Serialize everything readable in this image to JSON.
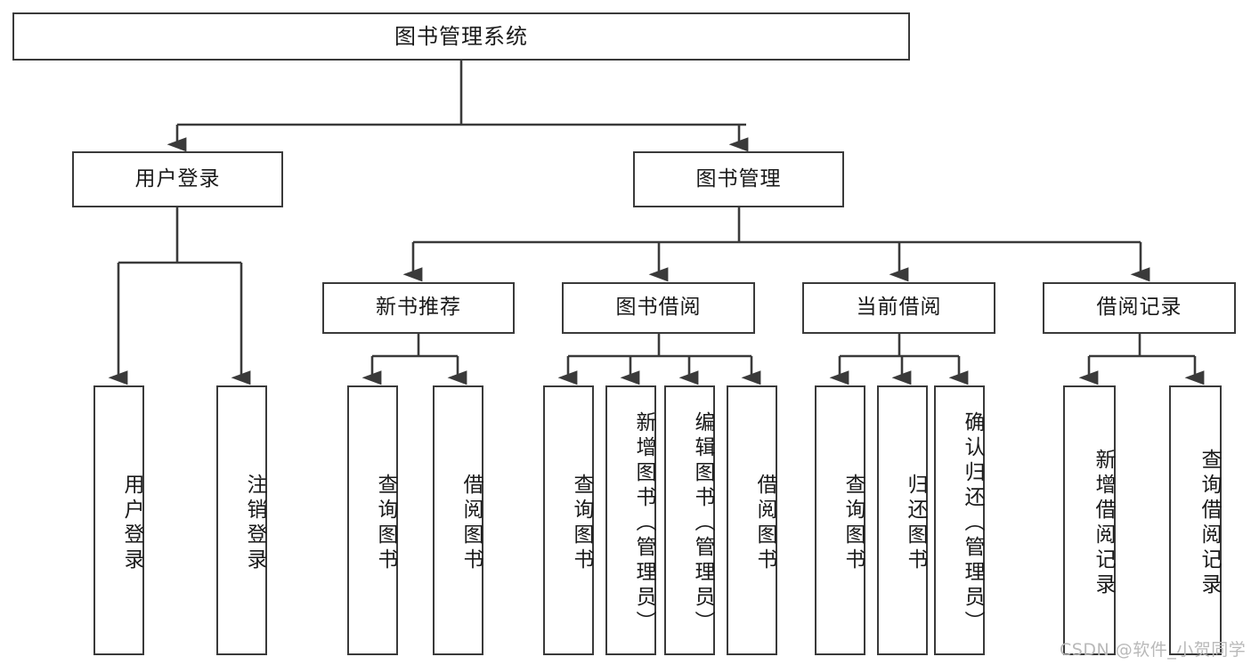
{
  "diagram": {
    "title": "图书管理系统",
    "type": "hierarchy-tree",
    "root": {
      "label": "图书管理系统"
    },
    "level2": [
      {
        "label": "用户登录"
      },
      {
        "label": "图书管理"
      }
    ],
    "level3": [
      {
        "label": "新书推荐"
      },
      {
        "label": "图书借阅"
      },
      {
        "label": "当前借阅"
      },
      {
        "label": "借阅记录"
      }
    ],
    "leaves": [
      {
        "label": "用户登录"
      },
      {
        "label": "注销登录"
      },
      {
        "label": "查询图书"
      },
      {
        "label": "借阅图书"
      },
      {
        "label": "查询图书"
      },
      {
        "label": "新增图书（管理员）"
      },
      {
        "label": "编辑图书（管理员）"
      },
      {
        "label": "借阅图书"
      },
      {
        "label": "查询图书"
      },
      {
        "label": "归还图书"
      },
      {
        "label": "确认归还（管理员）"
      },
      {
        "label": "新增借阅记录"
      },
      {
        "label": "查询借阅记录"
      }
    ]
  },
  "watermark": {
    "text": "CSDN @软件_小贺同学"
  },
  "colors": {
    "stroke": "#3a3a3a",
    "background": "#ffffff",
    "text": "#1a1a1a",
    "watermark": "#b9b9b9"
  }
}
